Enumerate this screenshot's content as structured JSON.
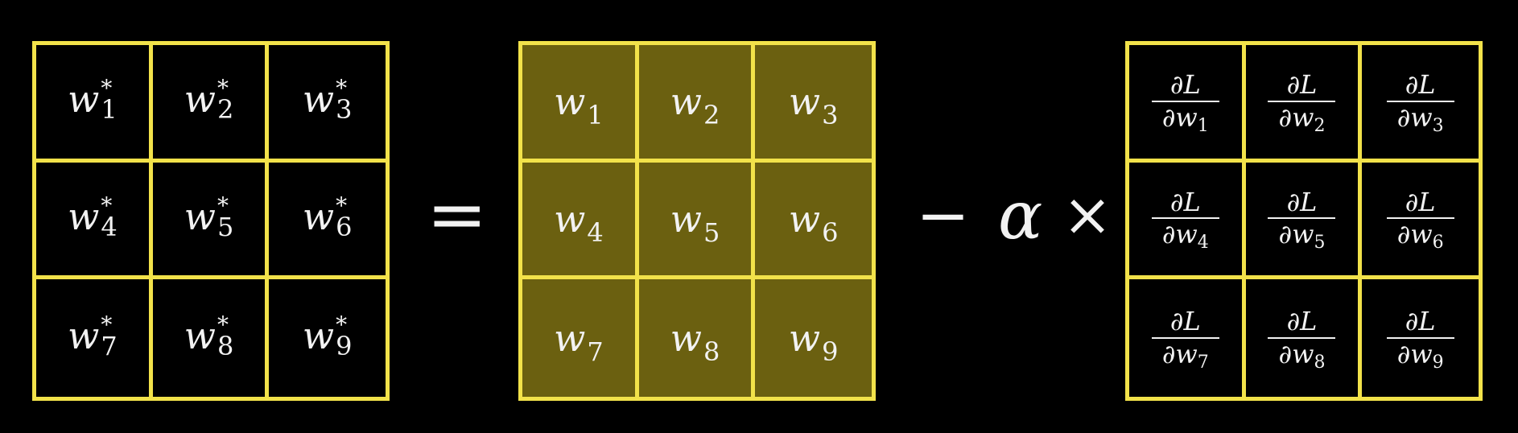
{
  "colors": {
    "background": "#000000",
    "grid_border": "#f2e24a",
    "filled_cell": "#6b6010",
    "text": "#f2f2f2"
  },
  "updated_weights": {
    "symbol": "w",
    "superscript": "*",
    "indices": [
      "1",
      "2",
      "3",
      "4",
      "5",
      "6",
      "7",
      "8",
      "9"
    ]
  },
  "weights": {
    "symbol": "w",
    "indices": [
      "1",
      "2",
      "3",
      "4",
      "5",
      "6",
      "7",
      "8",
      "9"
    ]
  },
  "gradients": {
    "numerator": "∂L",
    "denominator_prefix": "∂w",
    "indices": [
      "1",
      "2",
      "3",
      "4",
      "5",
      "6",
      "7",
      "8",
      "9"
    ]
  },
  "operators": {
    "equals": "=",
    "minus": "−",
    "learning_rate": "α",
    "times": "×"
  }
}
